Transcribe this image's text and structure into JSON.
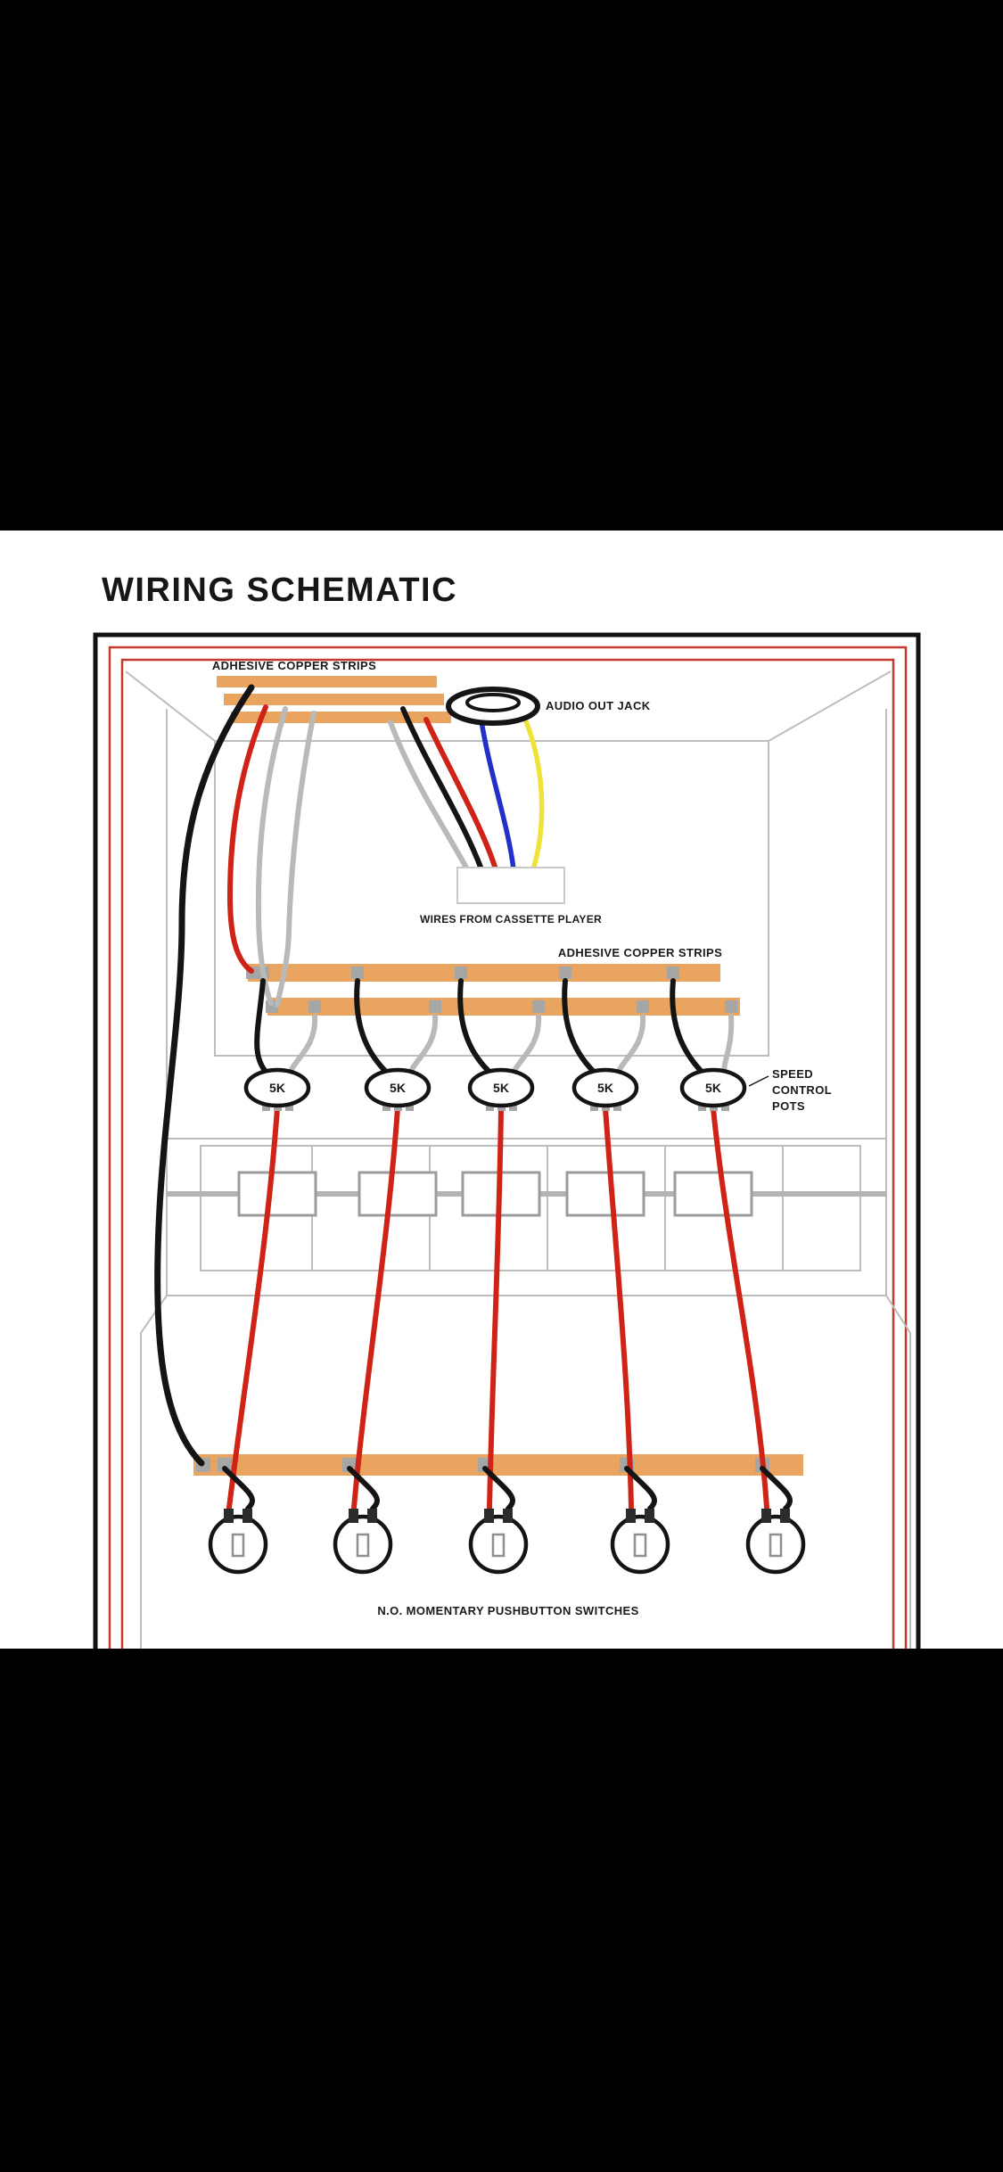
{
  "screen": {
    "background": "#000000",
    "panel_background": "#ffffff"
  },
  "header": {
    "title": "WIRING SCHEMATIC"
  },
  "diagram": {
    "labels": {
      "copper_strips_top": "ADHESIVE COPPER STRIPS",
      "audio_jack": "AUDIO OUT JACK",
      "cassette_wires": "WIRES FROM CASSETTE PLAYER",
      "copper_strips_mid": "ADHESIVE COPPER STRIPS",
      "speed_pots_line1": "SPEED",
      "speed_pots_line2": "CONTROL",
      "speed_pots_line3": "POTS",
      "switches": "N.O. MOMENTARY PUSHBUTTON SWITCHES"
    },
    "pots": [
      {
        "value": "5K"
      },
      {
        "value": "5K"
      },
      {
        "value": "5K"
      },
      {
        "value": "5K"
      },
      {
        "value": "5K"
      }
    ],
    "colors": {
      "wire_black": "#141414",
      "wire_red": "#cf2318",
      "wire_gray": "#b9b9b9",
      "wire_blue": "#2030c8",
      "wire_yellow": "#f0e23a",
      "copper_strip": "#e9a45f",
      "solder_pad": "#a6a6a6",
      "frame_red": "#c33a31",
      "frame_black": "#111111",
      "structure_gray": "#bdbdbd"
    }
  }
}
